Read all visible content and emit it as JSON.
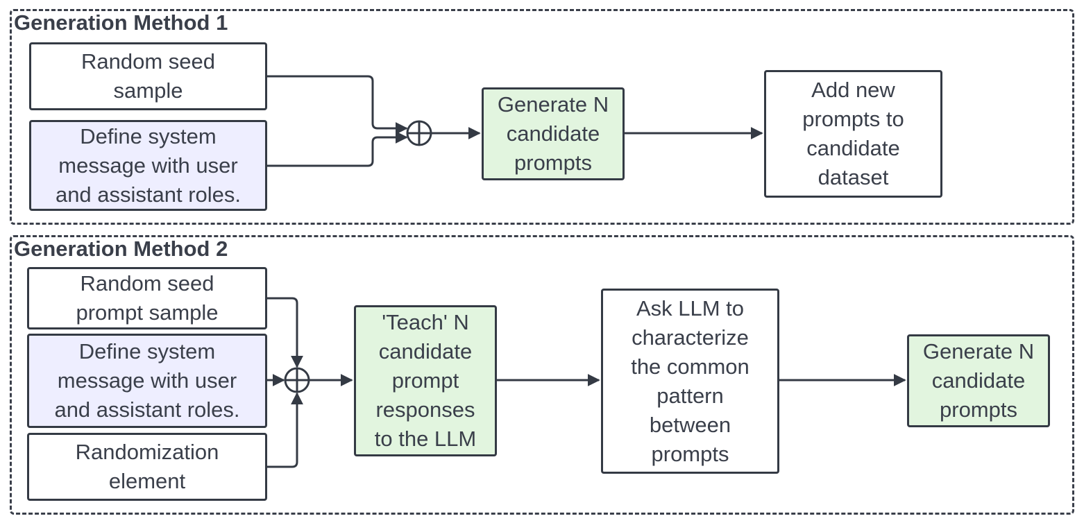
{
  "method1": {
    "title": "Generation Method 1",
    "seed": "Random seed\nsample",
    "system": "Define system\nmessage with user\nand assistant roles.",
    "generate": "Generate N\ncandidate\nprompts",
    "add": "Add new\nprompts to\ncandidate\ndataset"
  },
  "method2": {
    "title": "Generation Method 2",
    "seed": "Random seed\nprompt sample",
    "system": "Define system\nmessage with user\nand assistant roles.",
    "random": "Randomization\nelement",
    "teach": "'Teach' N\ncandidate\nprompt\nresponses\nto the LLM",
    "ask": "Ask LLM to\ncharacterize\nthe common\npattern\nbetween\nprompts",
    "generate": "Generate N\ncandidate\nprompts"
  },
  "colors": {
    "stroke": "#343a44",
    "purple_fill": "#eeeeff",
    "green_fill": "#e2f5df"
  },
  "icons": [
    "combine-plus-icon",
    "arrow-right-icon"
  ]
}
